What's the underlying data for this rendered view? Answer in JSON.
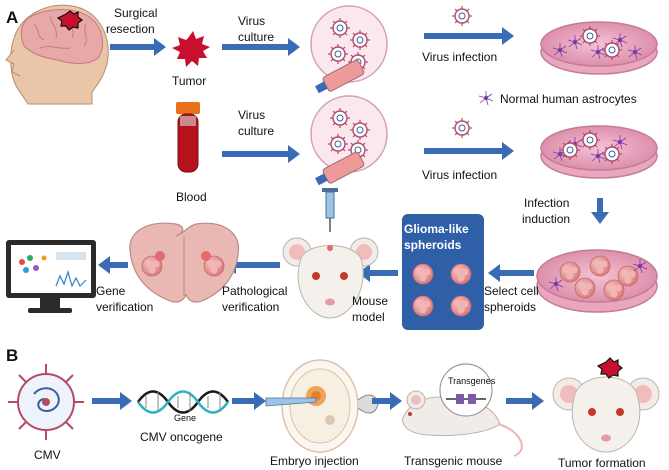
{
  "panels": {
    "a": "A",
    "b": "B"
  },
  "top_row": {
    "surgical_resection": [
      "Surgical",
      "resection"
    ],
    "tumor": "Tumor",
    "virus_culture": [
      "Virus",
      "culture"
    ],
    "virus_infection": "Virus  infection",
    "normal_astrocytes": "Normal human astrocytes"
  },
  "second_row": {
    "blood": "Blood",
    "virus_culture": [
      "Virus",
      "culture"
    ],
    "virus_infection": "Virus  infection",
    "infection_induction": [
      "Infection",
      "induction"
    ]
  },
  "third_row": {
    "select_cell": [
      "Select cell",
      "spheroids"
    ],
    "glioma_like": [
      "Glioma-like",
      "spheroids"
    ],
    "mouse_model": [
      "Mouse",
      "model"
    ],
    "pathological": [
      "Pathological",
      "verification"
    ],
    "gene_verification": [
      "Gene",
      "verification"
    ]
  },
  "panel_b": {
    "cmv": "CMV",
    "cmv_oncogene": "CMV oncogene",
    "gene_tag": "Gene",
    "embryo_injection": "Embryo injection",
    "transgenes_tag": "Transgenes",
    "transgenic_mouse": "Transgenic mouse",
    "tumor_formation": "Tumor formation"
  },
  "colors": {
    "arrow": "#3a6bb5",
    "arrow_edge": "#2a4f8a",
    "brain": "#e8a8a8",
    "tumor": "#c8102e",
    "dish_pink": "#e9a7bd",
    "glioma_box": "#2f5fa7"
  }
}
